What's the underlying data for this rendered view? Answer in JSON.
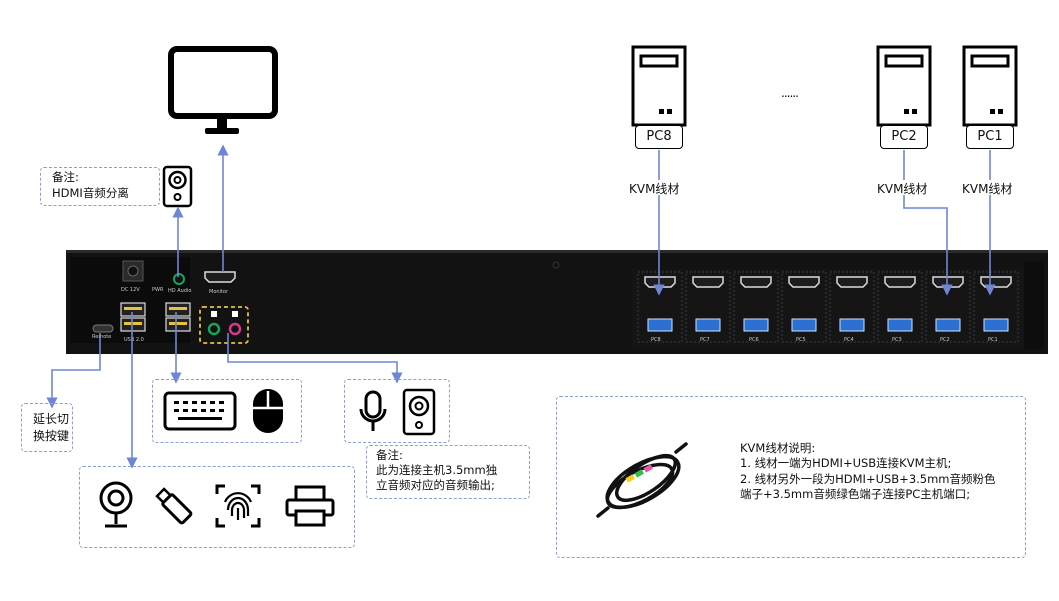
{
  "note_audio": {
    "title": "备注:",
    "text": "HDMI音频分离"
  },
  "note_mic": {
    "title": "备注:",
    "text": "此为连接主机3.5mm独\n立音频对应的音频输出;"
  },
  "remote_label": "延长切\n换按键",
  "pc_labels": [
    "PC8",
    "PC2",
    "PC1"
  ],
  "ellipsis": "......",
  "cable_labels": [
    "KVM线材",
    "KVM线材",
    "KVM线材"
  ],
  "cable_note": {
    "title": "KVM线材说明:",
    "line1": "1. 线材一端为HDMI+USB连接KVM主机;",
    "line2": "2. 线材另外一段为HDMI+USB+3.5mm音频粉色端子+3.5mm音频绿色端子连接PC主机端口;"
  },
  "device_labels": {
    "dc": "DC 12V",
    "pwr": "PWR",
    "hd_audio": "HD Audio",
    "monitor": "Monitor",
    "remote": "Remote",
    "usb": "USB 2.0"
  },
  "port_labels": [
    "PC8",
    "PC7",
    "PC6",
    "PC5",
    "PC4",
    "PC3",
    "PC2",
    "PC1"
  ],
  "colors": {
    "accent": "#8a9fd8",
    "arrow": "#6f86d6",
    "usb_blue": "#2a6fd1",
    "device": "#121212",
    "mic_green": "#19a35a",
    "spk_pink": "#d63a8a",
    "highlight": "#e8c23a"
  }
}
